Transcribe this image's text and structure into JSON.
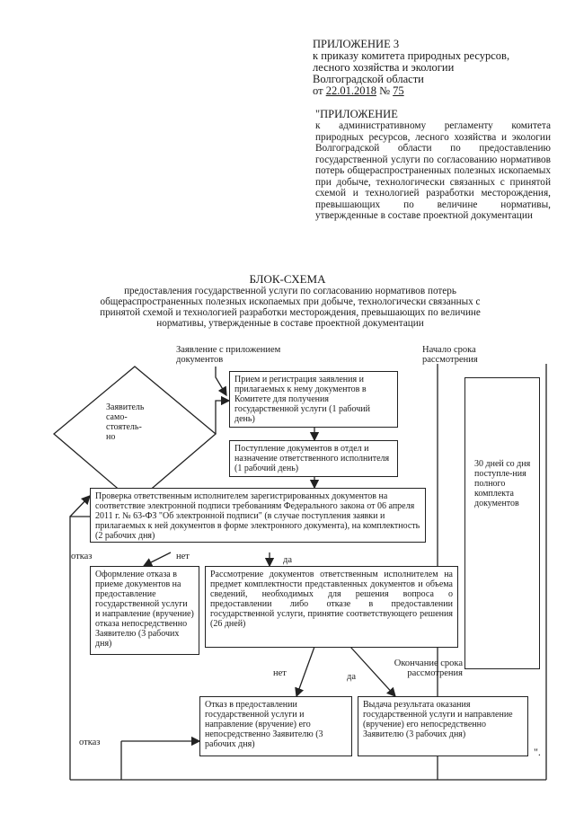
{
  "appendix3": {
    "title": "ПРИЛОЖЕНИЕ 3",
    "lines": [
      "к приказу комитета природных ресурсов,",
      "лесного хозяйства и экологии",
      "Волгоградской области"
    ],
    "date_prefix": "от",
    "date": "22.01.2018",
    "number_sign": "№",
    "number": "75"
  },
  "appendix": {
    "title": "\"ПРИЛОЖЕНИЕ",
    "text": "к административному регламенту комитета природных ресурсов, лесного хозяйства и экологии Волгоградской области по предоставлению государственной услуги по согласованию нормативов потерь общераспространенных полезных ископаемых при добыче, технологически связанных с принятой схемой и технологией разработки месторождения, превышающих по величине нормативы, утвержденные в составе проектной документации"
  },
  "scheme": {
    "title": "БЛОК-СХЕМА",
    "subtitle": "предоставления государственной услуги по согласованию нормативов потерь общераспространенных полезных ископаемых при добыче, технологически связанных с принятой схемой и технологией разработки месторождения, превышающих по величине нормативы, утвержденные в составе проектной документации"
  },
  "labels": {
    "application": "Заявление с приложением документов",
    "start_term": "Начало срока рассмотрения",
    "applicant": "Заявитель само-стоятель-но",
    "refusal_left": "отказ",
    "no1": "нет",
    "yes1": "да",
    "no2": "нет",
    "yes2": "да",
    "end_term": "Окончание срока рассмотрения",
    "refusal_bottom": "отказ",
    "closing_quote": "\"."
  },
  "boxes": {
    "reception": "Прием и регистрация заявления и прилагаемых к нему документов в Комитете для получения государственной услуги (1 рабочий день)",
    "receipt": "Поступление документов в отдел и назначение ответственного исполнителя (1 рабочий день)",
    "check": "Проверка ответственным исполнителем зарегистрированных документов на соответствие электронной подписи требованиям Федерального закона от 06 апреля 2011 г. № 63-ФЗ \"Об электронной подписи\" (в случае поступления заявки и прилагаемых к ней документов в форме электронного документа), на комплектность (2 рабочих дня)",
    "refusal_reception": "Оформление отказа в приеме документов на предоставление государственной услуги и направление (вручение) отказа непосредственно Заявителю (3 рабочих дня)",
    "review": "Рассмотрение документов ответственным исполнителем на предмет комплектности представленных документов и объема сведений, необходимых для решения вопроса о предоставлении либо отказе в предоставлении государственной услуги, принятие соответствующего решения (26 дней)",
    "term": "30 дней со дня поступле-ния полного комплекта документов",
    "refusal_service": "Отказ в предоставлении государственной услуги и направление (вручение) его непосредственно Заявителю (3 рабочих дня)",
    "result": "Выдача результата оказания государственной услуги и направление (вручение) его непосредственно Заявителю (3 рабочих дня)"
  }
}
